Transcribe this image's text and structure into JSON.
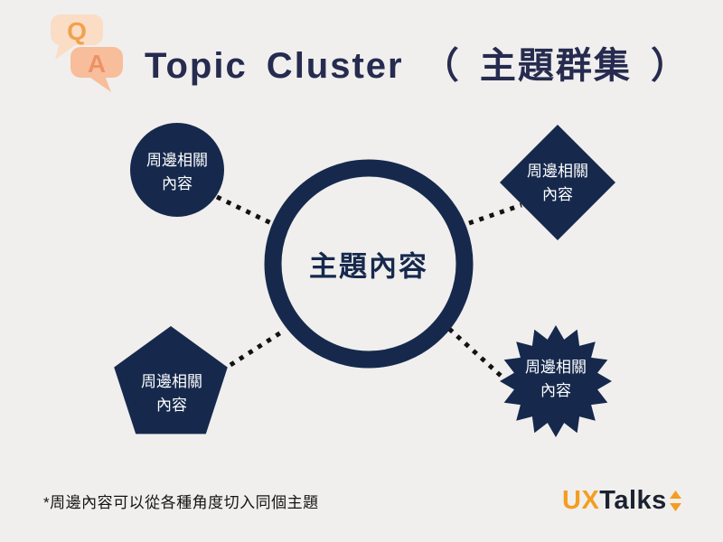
{
  "header": {
    "title": "Topic Cluster （ 主題群集 ）",
    "qa_badge": {
      "q_label": "Q",
      "a_label": "A"
    }
  },
  "diagram": {
    "center_node": {
      "shape": "ring-circle",
      "label": "主題內容"
    },
    "satellite_nodes": [
      {
        "id": "top-left",
        "shape": "circle",
        "label_line1": "周邊相關",
        "label_line2": "內容"
      },
      {
        "id": "top-right",
        "shape": "diamond",
        "label_line1": "周邊相關",
        "label_line2": "內容"
      },
      {
        "id": "bottom-left",
        "shape": "pentagon",
        "label_line1": "周邊相關",
        "label_line2": "內容"
      },
      {
        "id": "bottom-right",
        "shape": "starburst",
        "label_line1": "周邊相關",
        "label_line2": "內容"
      }
    ],
    "connector_style": "dotted"
  },
  "footer": {
    "note": "*周邊內容可以從各種角度切入同個主題",
    "logo": {
      "ux_text": "UX",
      "talks_text": "Talks",
      "icon": "sort-arrows-icon"
    }
  },
  "colors": {
    "background": "#f0efed",
    "navy": "#16294d",
    "title_navy": "#262b4f",
    "dot_black": "#121212",
    "orange": "#f59d21",
    "bubble_q_fill": "#fbdcc5",
    "bubble_a_fill": "#f8bd9b",
    "letter_q": "#f0a24c",
    "letter_a": "#ee9266",
    "label_white": "#ffffff"
  }
}
